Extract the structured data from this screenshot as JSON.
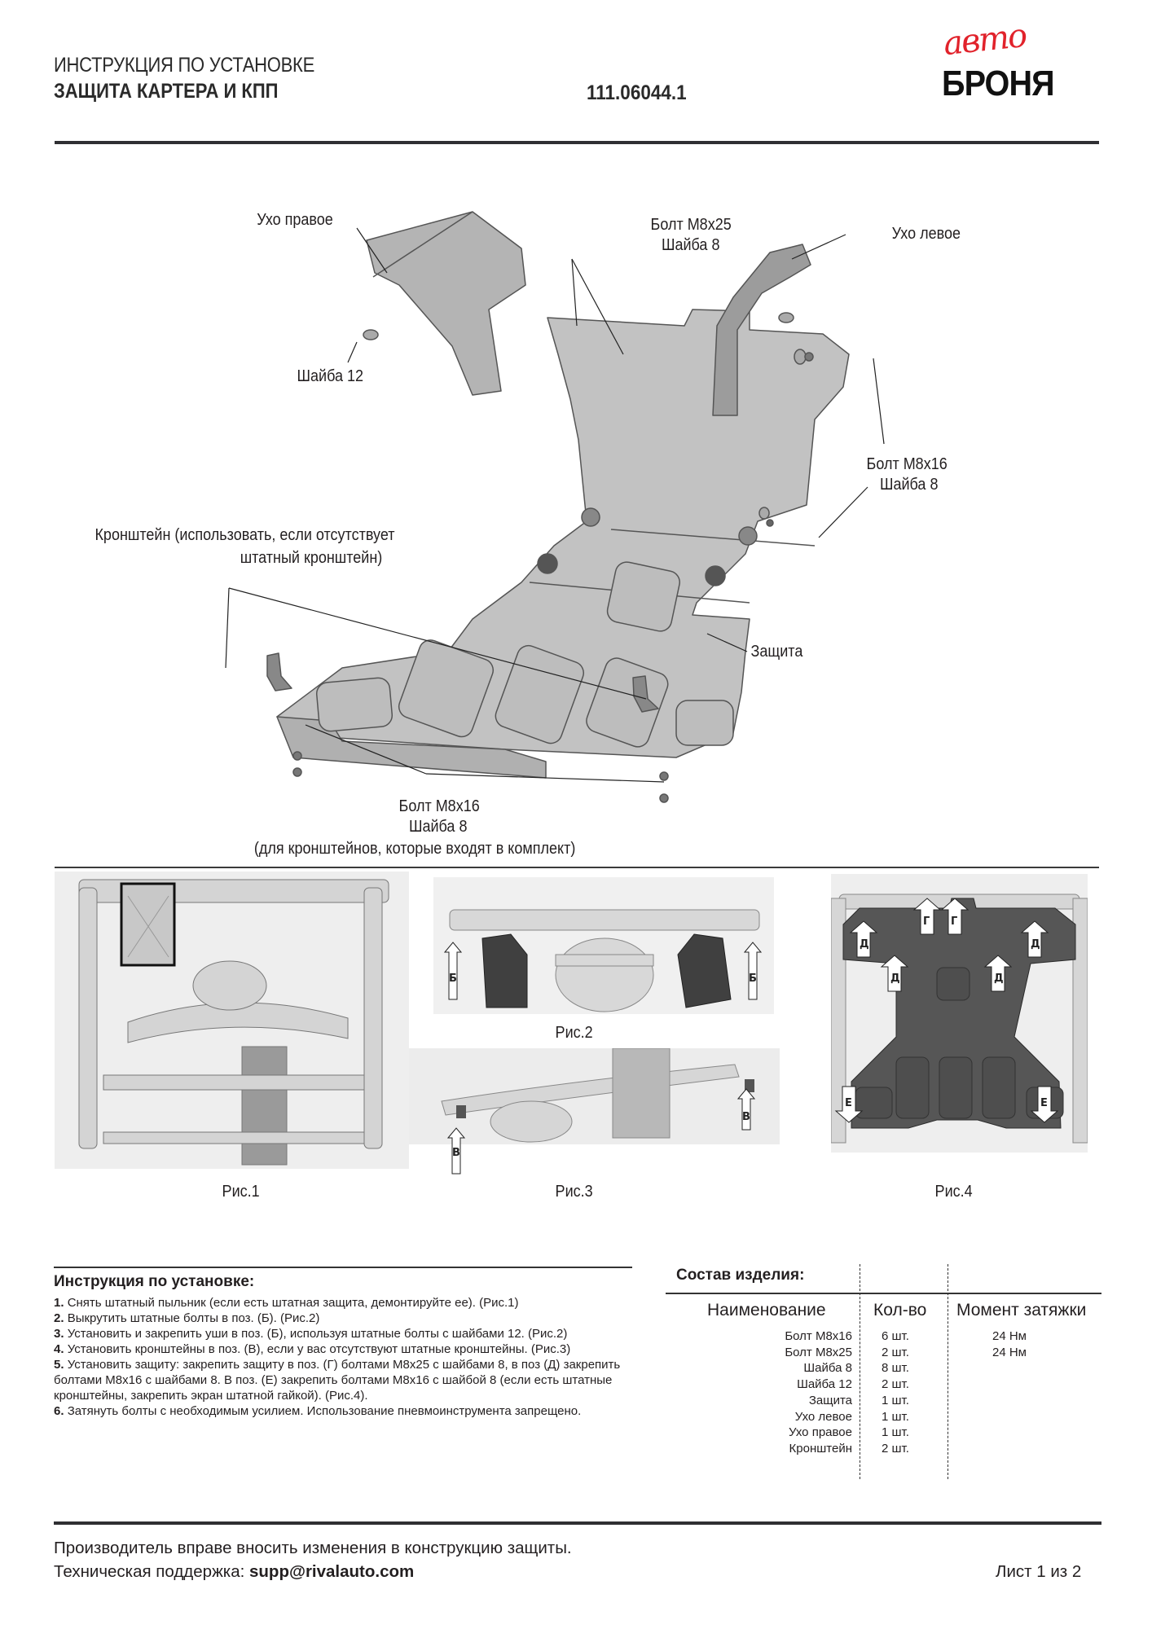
{
  "header": {
    "title_line1": "ИНСТРУКЦИЯ ПО УСТАНОВКЕ",
    "title_line2": "ЗАЩИТА КАРТЕРА И КПП",
    "article_code": "111.06044.1",
    "logo": {
      "script": "авто",
      "word": "БРОНЯ",
      "script_color": "#e1222b",
      "word_color": "#111111"
    }
  },
  "diagram": {
    "callouts": {
      "ear_right": "Ухо правое",
      "bolt_m8x25": "Болт М8х25",
      "washer8_a": "Шайба 8",
      "ear_left": "Ухо левое",
      "washer12": "Шайба 12",
      "bolt_m8x16_a": "Болт М8х16",
      "washer8_b": "Шайба 8",
      "bracket_line1": "Кронштейн (использовать, если отсутствует",
      "bracket_line2": "штатный кронштейн)",
      "guard": "Защита",
      "bolt_m8x16_b": "Болт М8х16",
      "washer8_c": "Шайба 8",
      "kit_note": "(для кронштейнов, которые входят в комплект)"
    }
  },
  "figures": {
    "fig1": "Рис.1",
    "fig2": "Рис.2",
    "fig3": "Рис.3",
    "fig4": "Рис.4",
    "markers": {
      "b": "Б",
      "v": "В",
      "g": "Г",
      "d": "Д",
      "e": "Е"
    }
  },
  "instructions": {
    "title": "Инструкция по установке:",
    "steps": [
      {
        "num": "1.",
        "text": "Снять штатный пыльник (если есть штатная защита, демонтируйте ее). (Рис.1)"
      },
      {
        "num": "2.",
        "text": "Выкрутить штатные болты в поз. (Б). (Рис.2)"
      },
      {
        "num": "3.",
        "text": "Установить и закрепить уши в поз. (Б), используя штатные болты с шайбами 12. (Рис.2)"
      },
      {
        "num": "4.",
        "text": "Установить кронштейны в поз. (В), если у вас отсутствуют штатные кронштейны. (Рис.3)"
      },
      {
        "num": "5.",
        "text": "Установить защиту: закрепить защиту в поз. (Г) болтами М8х25 с шайбами 8, в поз (Д) закрепить болтами М8х16 с шайбами 8. В поз. (Е) закрепить болтами М8х16 с шайбой 8 (если есть штатные кронштейны, закрепить экран штатной гайкой). (Рис.4)."
      },
      {
        "num": "6.",
        "text": "Затянуть болты с необходимым усилием. Использование пневмоинструмента запрещено."
      }
    ]
  },
  "parts": {
    "title": "Состав изделия:",
    "columns": [
      "Наименование",
      "Кол-во",
      "Момент затяжки"
    ],
    "rows": [
      {
        "name": "Болт М8х16",
        "qty": "6 шт.",
        "torque": "24 Нм"
      },
      {
        "name": "Болт М8х25",
        "qty": "2 шт.",
        "torque": "24 Нм"
      },
      {
        "name": "Шайба 8",
        "qty": "8 шт.",
        "torque": ""
      },
      {
        "name": "Шайба 12",
        "qty": "2 шт.",
        "torque": ""
      },
      {
        "name": "Защита",
        "qty": "1 шт.",
        "torque": ""
      },
      {
        "name": "Ухо левое",
        "qty": "1 шт.",
        "torque": ""
      },
      {
        "name": "Ухо правое",
        "qty": "1 шт.",
        "torque": ""
      },
      {
        "name": "Кронштейн",
        "qty": "2 шт.",
        "torque": ""
      }
    ]
  },
  "footer": {
    "disclaimer": "Производитель вправе вносить изменения в конструкцию защиты.",
    "support_label": "Техническая поддержка: ",
    "support_email": "supp@rivalauto.com",
    "sheet": "Лист 1 из 2"
  }
}
